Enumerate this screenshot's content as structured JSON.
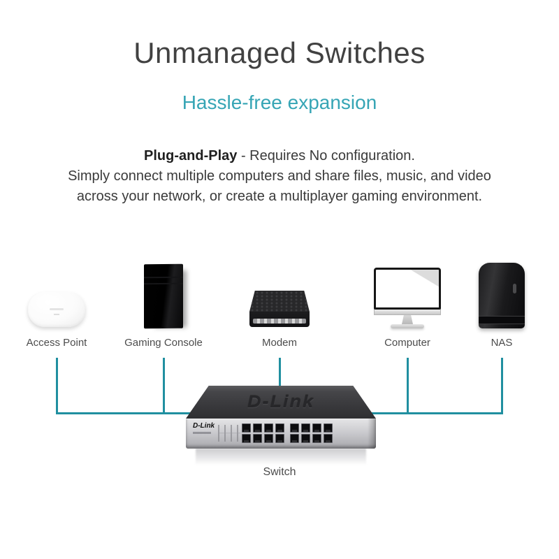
{
  "title": "Unmanaged Switches",
  "subtitle": "Hassle-free expansion",
  "description": {
    "lead_bold": "Plug-and-Play",
    "lead_rest": " - Requires No configuration.",
    "line2": "Simply connect multiple computers and share files, music, and video",
    "line3": "across your network, or create a multiplayer gaming environment."
  },
  "devices": [
    {
      "name": "access-point",
      "label": "Access Point"
    },
    {
      "name": "gaming-console",
      "label": "Gaming Console"
    },
    {
      "name": "modem",
      "label": "Modem"
    },
    {
      "name": "computer",
      "label": "Computer"
    },
    {
      "name": "nas",
      "label": "NAS"
    }
  ],
  "switch": {
    "label": "Switch",
    "brand_top": "D-Link",
    "brand_front": "D-Link"
  },
  "colors": {
    "subtitle_teal": "#36a5b5",
    "line_teal": "#208fa0",
    "title_gray": "#414141",
    "body_gray": "#3a3a3a",
    "label_gray": "#4c4c4c",
    "background": "#ffffff"
  }
}
